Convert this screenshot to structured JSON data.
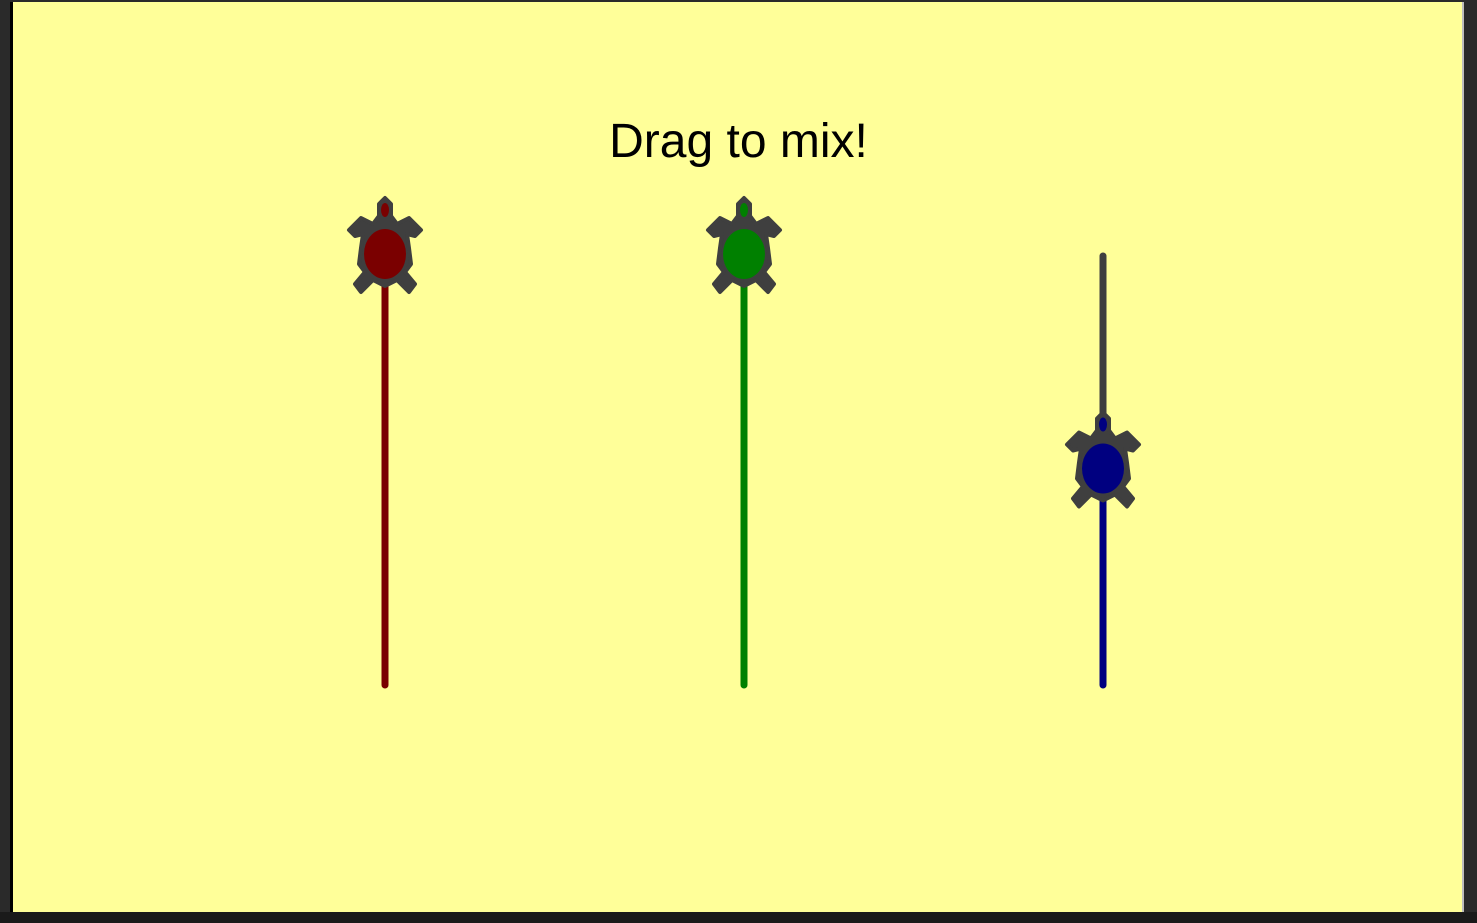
{
  "title": "Drag to mix!",
  "background_color": "#ffff99",
  "outline_color": "#3f3f3f",
  "sliders": [
    {
      "name": "red",
      "color": "#7a0000",
      "value": 1.0
    },
    {
      "name": "green",
      "color": "#008000",
      "value": 1.0
    },
    {
      "name": "blue",
      "color": "#000080",
      "value": 0.5
    }
  ],
  "icons": {
    "handle": "turtle-icon"
  }
}
